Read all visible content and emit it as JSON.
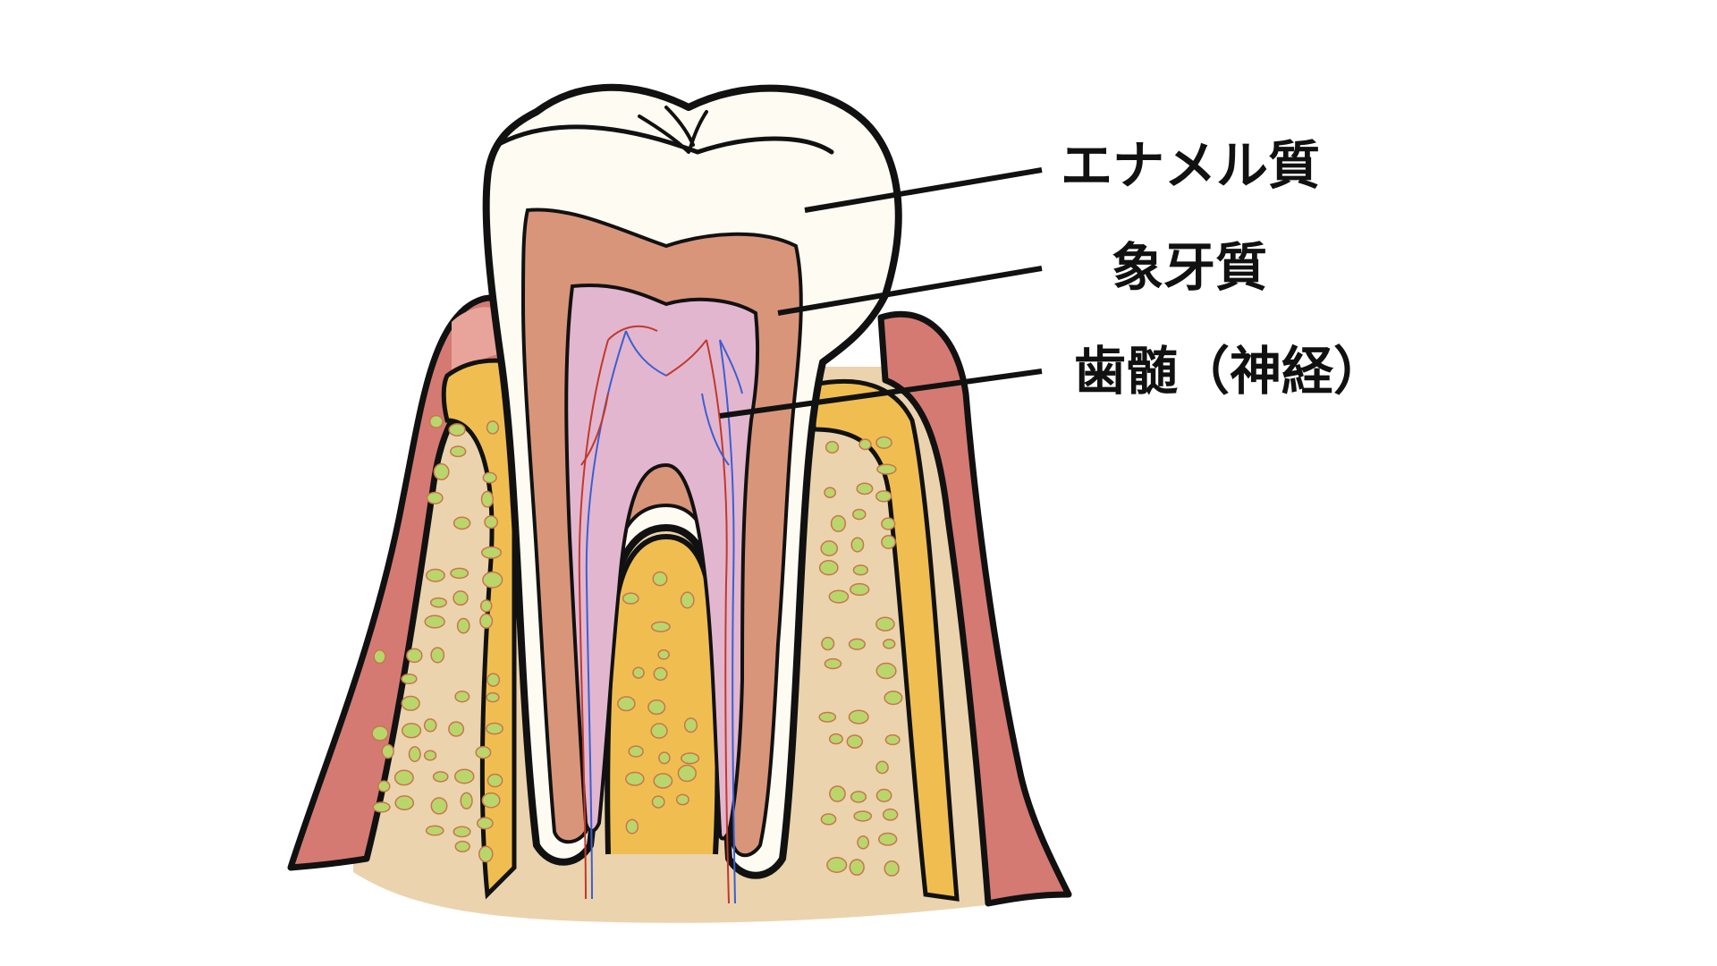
{
  "labels": {
    "enamel": "エナメル質",
    "dentin": "象牙質",
    "pulp": "歯髄（神経）"
  },
  "colors": {
    "background": "#ffffff",
    "outline": "#111111",
    "gum": "#d47a72",
    "gum_inner": "#e8a49a",
    "bone": "#ebd3ad",
    "bone_cells": "#b9d66a",
    "cementum": "#f0be50",
    "enamel": "#fdfbf2",
    "dentin": "#d9957a",
    "pulp": "#e3b6cf",
    "artery": "#c0392b",
    "vein": "#3a5fd0"
  }
}
